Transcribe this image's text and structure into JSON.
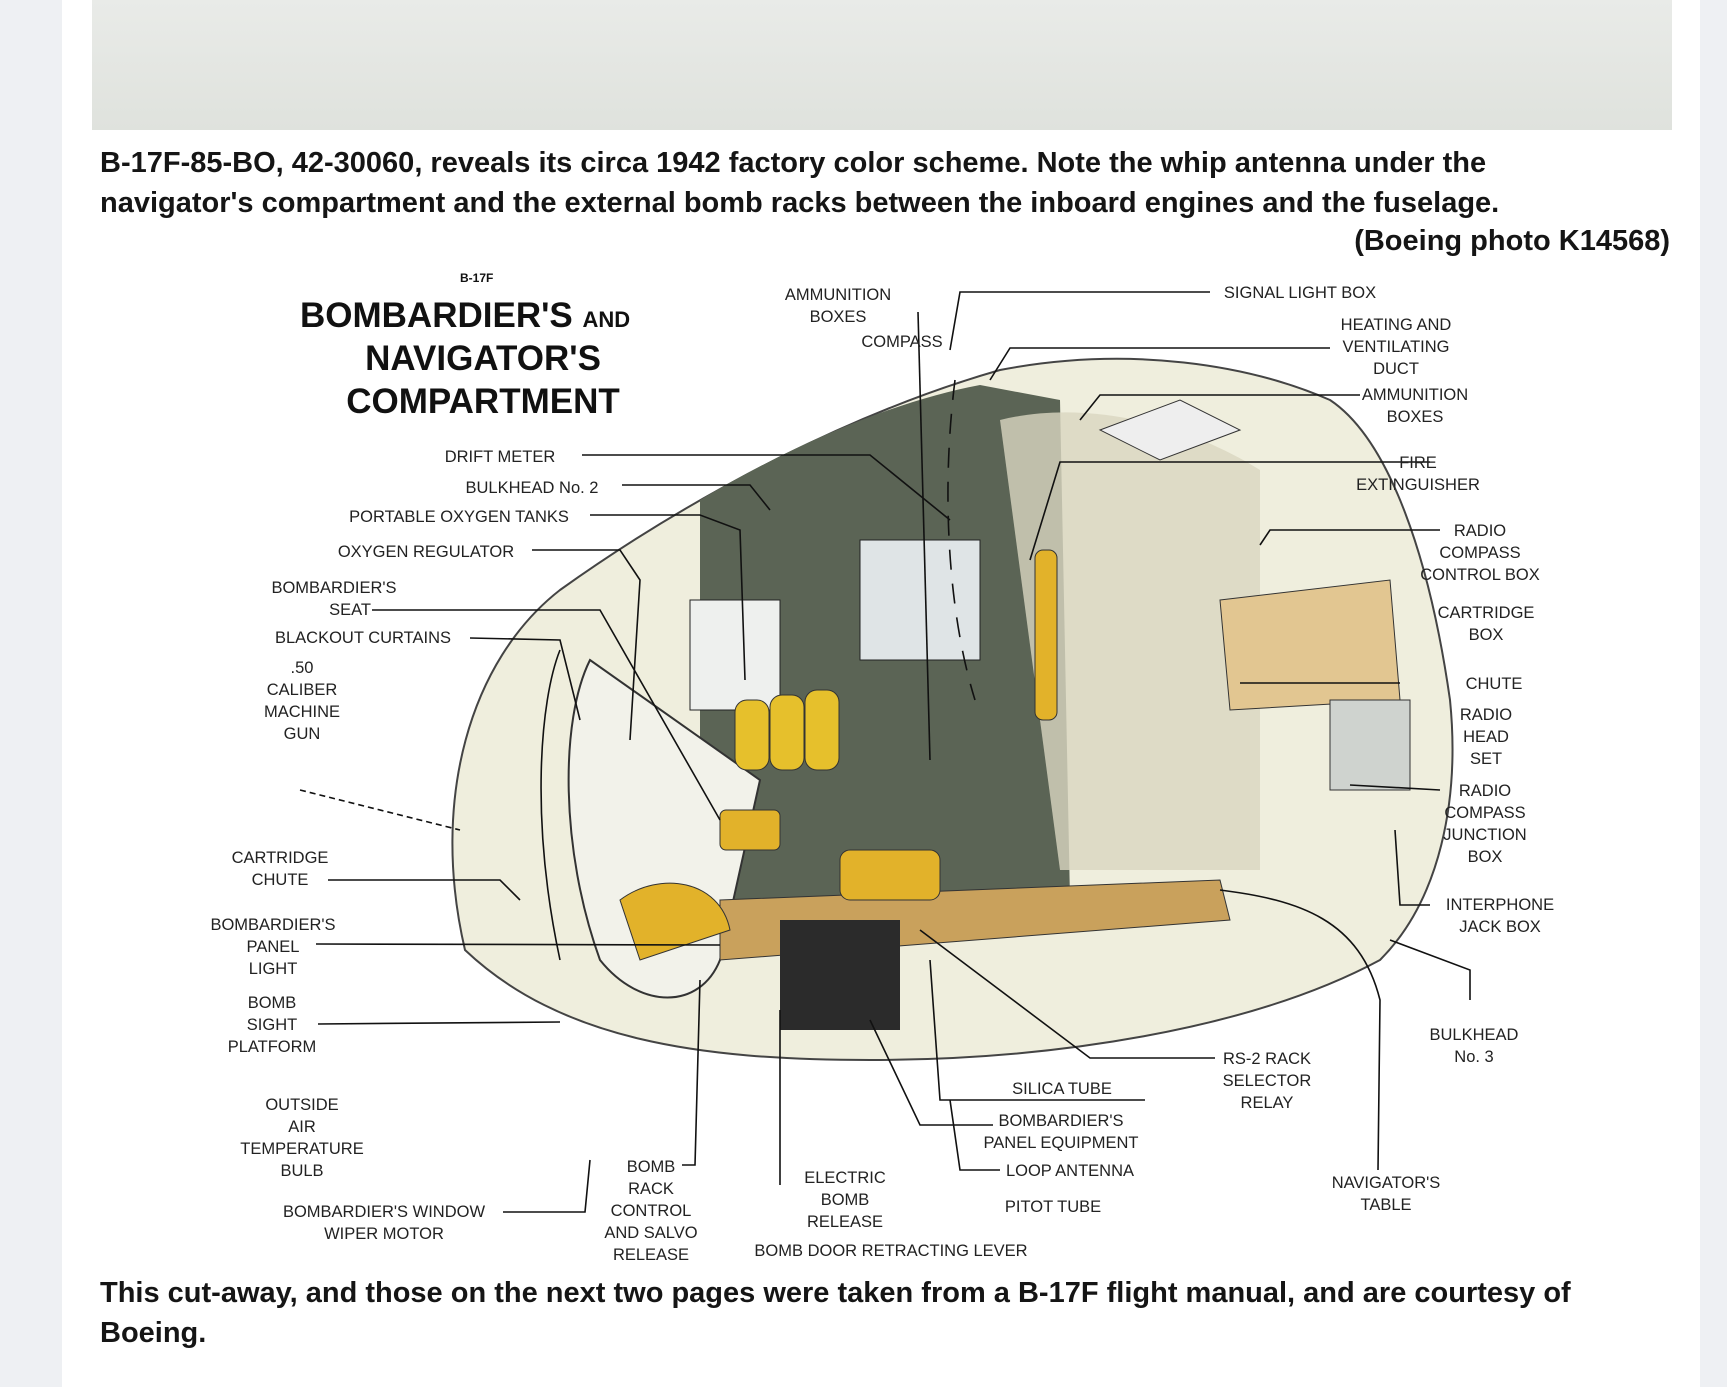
{
  "caption_top": {
    "line1": "B-17F-85-BO, 42-30060, reveals its circa 1942 factory color scheme.  Note the whip antenna under the",
    "line2": "navigator's compartment and the external bomb racks between the inboard engines and the fuselage.",
    "credit": "(Boeing photo K14568)"
  },
  "diagram": {
    "model": "B-17F",
    "title_line1": "BOMBARDIER'S",
    "title_and": "AND",
    "title_line2": "NAVIGATOR'S",
    "title_line3": "COMPARTMENT",
    "labels": {
      "ammunition_boxes_top": [
        "AMMUNITION",
        "BOXES"
      ],
      "compass": "COMPASS",
      "signal_light_box": "SIGNAL LIGHT BOX",
      "heating_duct": [
        "HEATING AND",
        "VENTILATING",
        "DUCT"
      ],
      "ammunition_boxes_right": [
        "AMMUNITION",
        "BOXES"
      ],
      "fire_extinguisher": [
        "FIRE",
        "EXTINGUISHER"
      ],
      "radio_compass_control_box": [
        "RADIO",
        "COMPASS",
        "CONTROL BOX"
      ],
      "cartridge_box": [
        "CARTRIDGE",
        "BOX"
      ],
      "chute_right": "CHUTE",
      "radio_head_set": [
        "RADIO",
        "HEAD",
        "SET"
      ],
      "radio_compass_junction_box": [
        "RADIO",
        "COMPASS",
        "JUNCTION",
        "BOX"
      ],
      "interphone_jack_box": [
        "INTERPHONE",
        "JACK BOX"
      ],
      "bulkhead_no3": [
        "BULKHEAD",
        "No. 3"
      ],
      "navigators_table": [
        "NAVIGATOR'S",
        "TABLE"
      ],
      "rs2_rack": [
        "RS-2 RACK",
        "SELECTOR",
        "RELAY"
      ],
      "silica_tube": "SILICA TUBE",
      "bombardiers_panel_equipment": [
        "BOMBARDIER'S",
        "PANEL EQUIPMENT"
      ],
      "loop_antenna": "LOOP ANTENNA",
      "pitot_tube": "PITOT TUBE",
      "electric_bomb_release": [
        "ELECTRIC",
        "BOMB",
        "RELEASE"
      ],
      "bomb_door_lever": "BOMB DOOR RETRACTING LEVER",
      "bomb_rack_control": [
        "BOMB",
        "RACK",
        "CONTROL",
        "AND SALVO",
        "RELEASE"
      ],
      "wiper_motor": [
        "BOMBARDIER'S WINDOW",
        "WIPER MOTOR"
      ],
      "outside_air_temp": [
        "OUTSIDE",
        "AIR",
        "TEMPERATURE",
        "BULB"
      ],
      "bomb_sight_platform": [
        "BOMB",
        "SIGHT",
        "PLATFORM"
      ],
      "bombardiers_panel_light": [
        "BOMBARDIER'S",
        "PANEL",
        "LIGHT"
      ],
      "cartridge_chute_left": [
        "CARTRIDGE",
        "CHUTE"
      ],
      "machine_gun": [
        ".50",
        "CALIBER",
        "MACHINE",
        "GUN"
      ],
      "blackout_curtains": "BLACKOUT CURTAINS",
      "bombardiers_seat": [
        "BOMBARDIER'S",
        "SEAT"
      ],
      "oxygen_regulator": "OXYGEN REGULATOR",
      "portable_oxygen_tanks": "PORTABLE OXYGEN TANKS",
      "bulkhead_no2": "BULKHEAD No. 2",
      "drift_meter": "DRIFT METER"
    }
  },
  "caption_bottom": {
    "line1": "This cut-away, and those on the next two pages were taken from a B-17F flight  manual, and are courtesy of",
    "line2": "Boeing."
  },
  "colors": {
    "fuselage": "#efeedd",
    "interior": "#5b6455",
    "yellow": "#e2b22a",
    "wood": "#c9a15c"
  }
}
